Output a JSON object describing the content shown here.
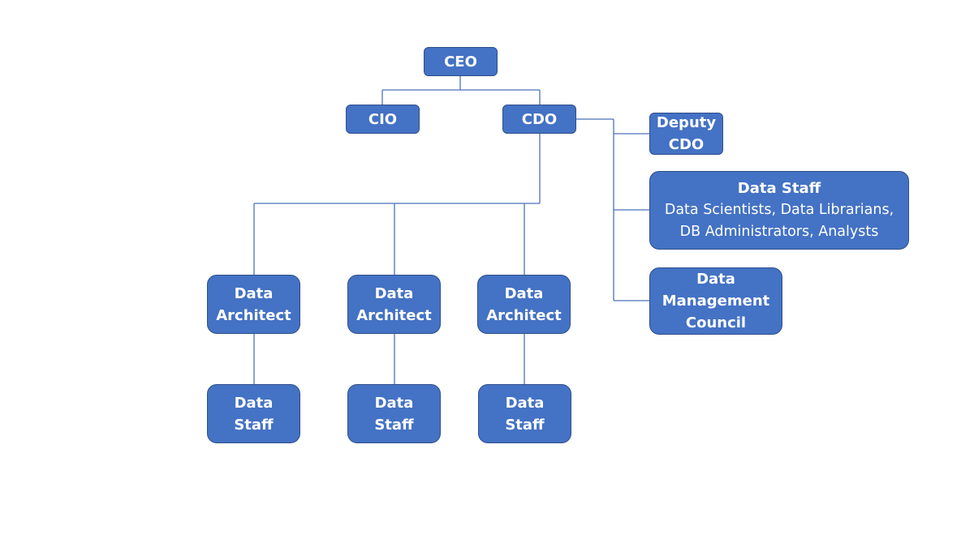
{
  "colors": {
    "node_fill": "#4472c4",
    "node_border": "#2f4f8a",
    "connector": "#4a72b8",
    "text": "#ffffff"
  },
  "nodes": {
    "ceo": "CEO",
    "cio": "CIO",
    "cdo": "CDO",
    "deputy_cdo": [
      "Deputy",
      "CDO"
    ],
    "data_staff_group": {
      "title": "Data Staff",
      "lines": [
        "Data Scientists, Data Librarians,",
        "DB Administrators, Analysts"
      ]
    },
    "data_management_council": [
      "Data",
      "Management",
      "Council"
    ],
    "data_architects": [
      [
        "Data",
        "Architect"
      ],
      [
        "Data",
        "Architect"
      ],
      [
        "Data",
        "Architect"
      ]
    ],
    "data_staff": [
      [
        "Data",
        "Staff"
      ],
      [
        "Data",
        "Staff"
      ],
      [
        "Data",
        "Staff"
      ]
    ]
  }
}
